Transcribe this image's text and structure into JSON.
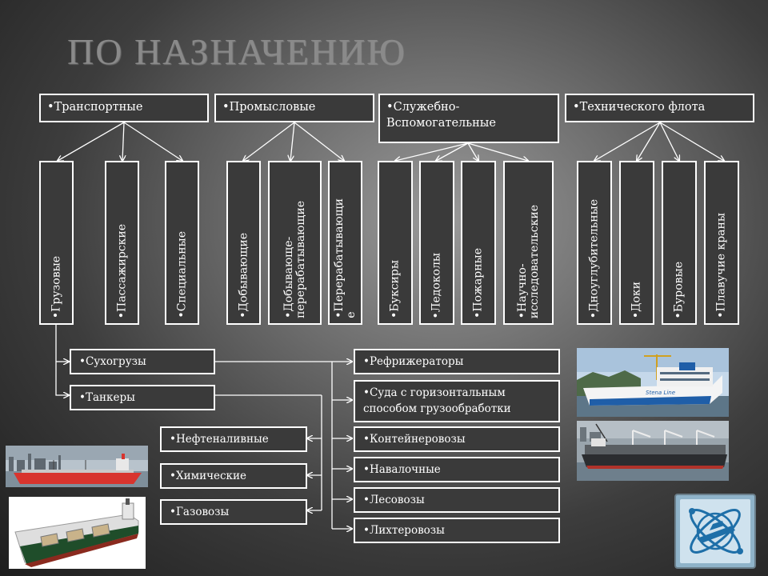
{
  "title": "ПО НАЗНАЧЕНИЮ",
  "categories": [
    {
      "label": "Транспортные",
      "subtypes": [
        "Грузовые",
        "Пассажирские",
        "Специальные"
      ]
    },
    {
      "label": "Промысловые",
      "subtypes": [
        "Добывающие",
        "Добывающе-\nперерабатывающие",
        "Перерабатывающи\nе"
      ]
    },
    {
      "label": "Служебно-\nВспомогательные",
      "subtypes": [
        "Буксиры",
        "Ледоколы",
        "Пожарные",
        "Научно-\nисследовательские"
      ]
    },
    {
      "label": "Технического флота",
      "subtypes": [
        "Дноуглубительные",
        "Доки",
        "Буровые",
        "Плавучие краны"
      ]
    }
  ],
  "cargo": [
    "Сухогрузы",
    "Танкеры"
  ],
  "tankers": [
    "Нефтеналивные",
    "Химические",
    "Газовозы"
  ],
  "dry_cargo": [
    "Рефрижераторы",
    "Суда с горизонтальным\nспособом грузообработки",
    "Контейнеровозы",
    "Навалочные",
    "Лесовозы",
    "Лихтеровозы"
  ],
  "photos": [
    "tanker-photo",
    "tanker-model-photo",
    "ferry-photo",
    "bulk-carrier-photo",
    "logo"
  ],
  "ferry_hull_text": "Stena Line",
  "colors": {
    "box_fill": "#3a3a3a",
    "border": "#ffffff",
    "title": "#8a8a8a"
  }
}
